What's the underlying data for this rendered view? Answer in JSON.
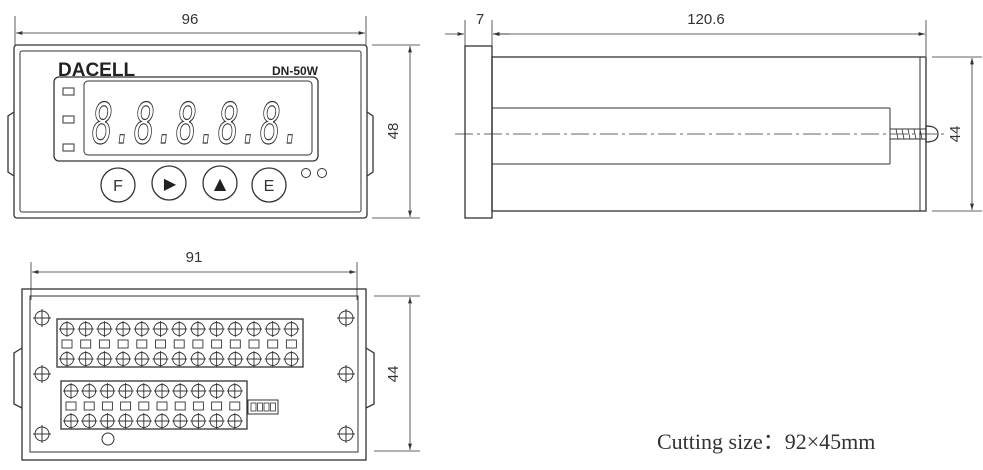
{
  "front_view": {
    "brand": "DACELL",
    "model": "DN-50W",
    "display_digits": "8.8.8.8.8.",
    "buttons": [
      {
        "label": "F"
      },
      {
        "label": "▶"
      },
      {
        "label": "▲"
      },
      {
        "label": "E"
      }
    ],
    "width_dim": "96",
    "height_dim": "48"
  },
  "side_view": {
    "bezel_dim": "7",
    "length_dim": "120.6",
    "height_dim": "44"
  },
  "rear_view": {
    "width_dim": "91",
    "height_dim": "44"
  },
  "caption": "Cutting size：92×45mm"
}
